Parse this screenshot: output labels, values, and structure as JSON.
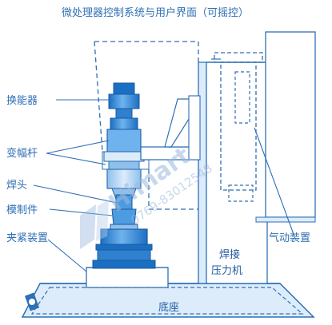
{
  "labels": {
    "controller": "微处理器控制系统与用户界面（可摇控）",
    "transducer": "换能器",
    "booster": "变幅杆",
    "horn": "焊头",
    "workpiece": "模制件",
    "fixture": "夹紧装置",
    "pneumatic": "气动装置",
    "press_line1": "焊接",
    "press_line2": "压力机",
    "base": "底座"
  },
  "watermark": {
    "brand": "Himart",
    "phone": "0769-83012548"
  },
  "colors": {
    "line": "#2f6fb4",
    "fill_dark": "#1b6fc3",
    "fill_mid": "#4d9be0",
    "fill_light": "#a9cff2",
    "fill_pale": "#dcecfb",
    "label": "#2f6fb4"
  }
}
